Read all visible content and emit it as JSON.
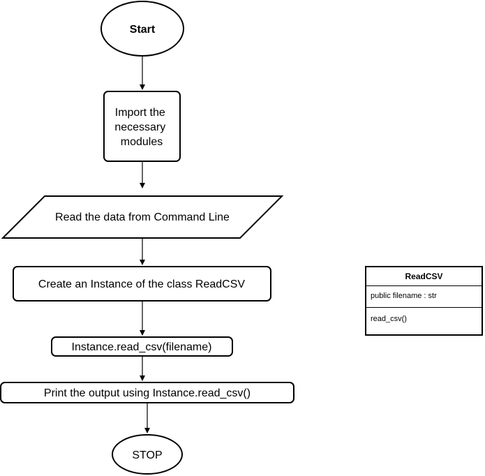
{
  "flowchart": {
    "start": "Start",
    "import": [
      "Import the",
      "necessary",
      "modules"
    ],
    "read_input": "Read the data from Command Line",
    "create_instance": "Create an Instance of the class ReadCSV",
    "call_method": "Instance.read_csv(filename)",
    "print_output": "Print the output using Instance.read_csv()",
    "stop": "STOP"
  },
  "class_box": {
    "name": "ReadCSV",
    "attribute": "public filename : str",
    "method": "read_csv()"
  }
}
